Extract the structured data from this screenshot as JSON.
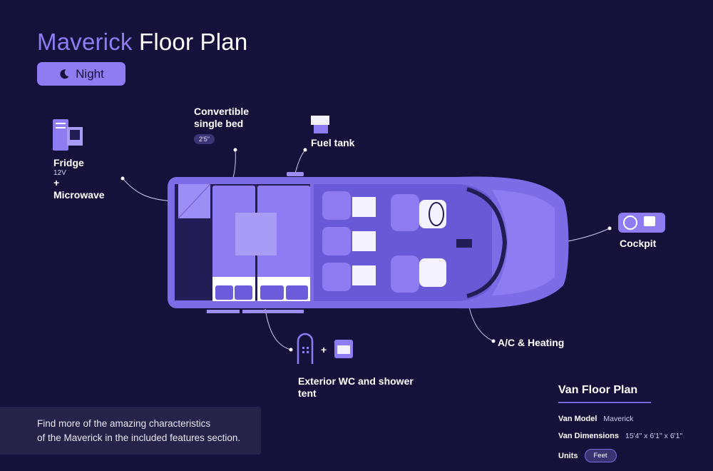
{
  "header": {
    "title_accent": "Maverick",
    "title_rest": " Floor Plan"
  },
  "mode_toggle": {
    "label": "Night",
    "icon": "moon-icon"
  },
  "hotspots": {
    "fridge": {
      "title": "Fridge",
      "sub": "12V",
      "plus": "+",
      "title2": "Microwave"
    },
    "bed": {
      "title_line1": "Convertible",
      "title_line2": "single bed",
      "chip": "2'5\""
    },
    "fuel": {
      "title": "Fuel tank"
    },
    "cockpit": {
      "title": "Cockpit"
    },
    "ac": {
      "title": "A/C & Heating"
    },
    "wc": {
      "plus": "+",
      "title_line1": "Exterior WC and shower",
      "title_line2": "tent"
    }
  },
  "info": {
    "line1": "Find more of the amazing characteristics",
    "line2": "of the Maverick in the included features section."
  },
  "floor_plan": {
    "heading": "Van Floor Plan",
    "model_label": "Van Model",
    "model_value": "Maverick",
    "dim_label": "Van Dimensions",
    "dim_value": "15'4\" x 6'1\" x 6'1\"",
    "units_label": "Units",
    "units_value": "Feet"
  },
  "colors": {
    "background": "#15113a",
    "accent": "#8f7cf2",
    "van_body": "#7d6ce6",
    "van_dark": "#231d55"
  }
}
